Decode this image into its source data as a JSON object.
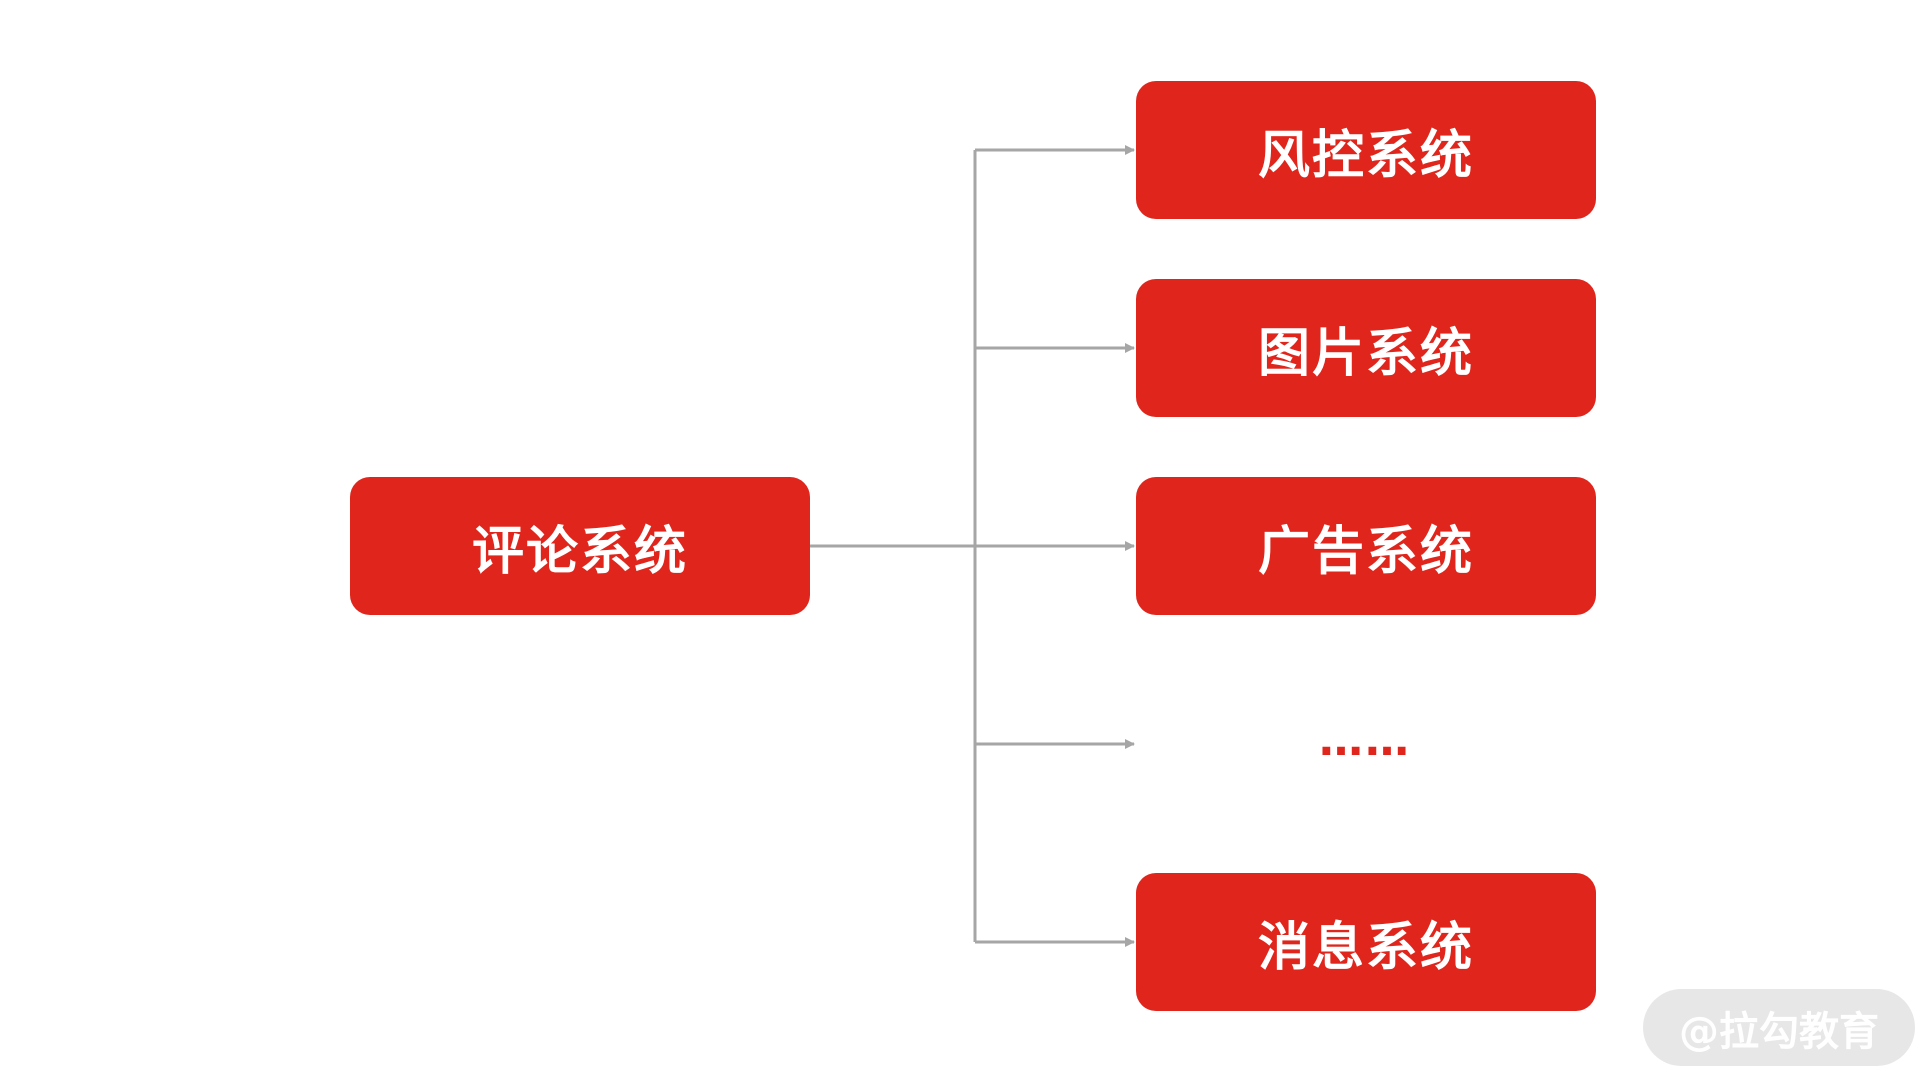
{
  "colors": {
    "node_fill": "#e0261c",
    "connector": "#a6a6a6",
    "ellipsis": "#e0261c",
    "watermark_bg": "#e6e6e6",
    "watermark_text": "#ffffff"
  },
  "diagram": {
    "source": {
      "label": "评论系统"
    },
    "targets": [
      {
        "label": "风控系统"
      },
      {
        "label": "图片系统"
      },
      {
        "label": "广告系统"
      },
      {
        "label": "……"
      },
      {
        "label": "消息系统"
      }
    ]
  },
  "watermark": {
    "text": "@拉勾教育"
  }
}
